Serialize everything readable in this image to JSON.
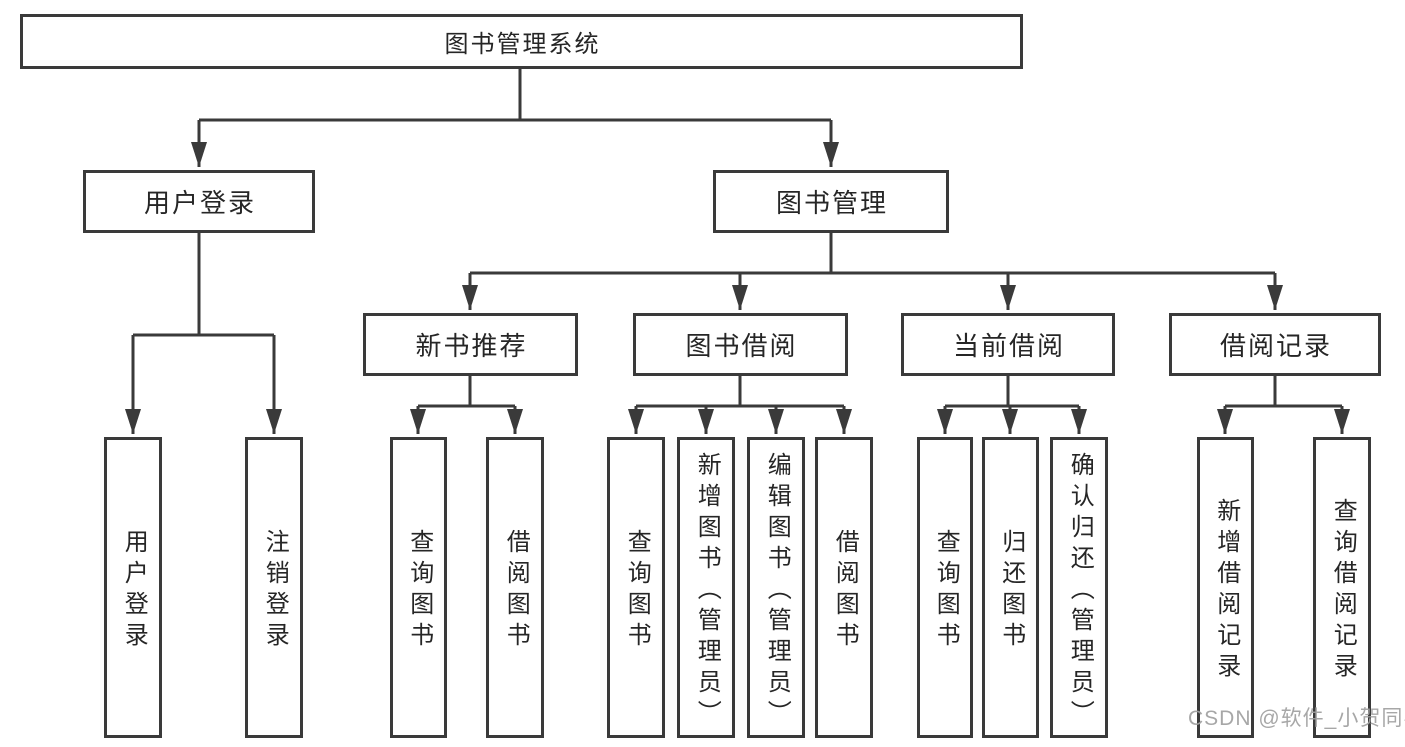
{
  "tree": {
    "label": "图书管理系统",
    "children": [
      {
        "label": "用户登录",
        "children": [
          {
            "label": "用户登录"
          },
          {
            "label": "注销登录"
          }
        ]
      },
      {
        "label": "图书管理",
        "children": [
          {
            "label": "新书推荐",
            "children": [
              {
                "label": "查询图书"
              },
              {
                "label": "借阅图书"
              }
            ]
          },
          {
            "label": "图书借阅",
            "children": [
              {
                "label": "查询图书"
              },
              {
                "label": "新增图书（管理员）"
              },
              {
                "label": "编辑图书（管理员）"
              },
              {
                "label": "借阅图书"
              }
            ]
          },
          {
            "label": "当前借阅",
            "children": [
              {
                "label": "查询图书"
              },
              {
                "label": "归还图书"
              },
              {
                "label": "确认归还（管理员）"
              }
            ]
          },
          {
            "label": "借阅记录",
            "children": [
              {
                "label": "新增借阅记录"
              },
              {
                "label": "查询借阅记录"
              }
            ]
          }
        ]
      }
    ]
  },
  "watermark": {
    "text": "CSDN @软件_小贺同学"
  },
  "colors": {
    "line": "#3a3a3a",
    "box_border": "#3a3a3a",
    "text": "#262626",
    "watermark": "#a0a0a0",
    "background": "#ffffff"
  }
}
